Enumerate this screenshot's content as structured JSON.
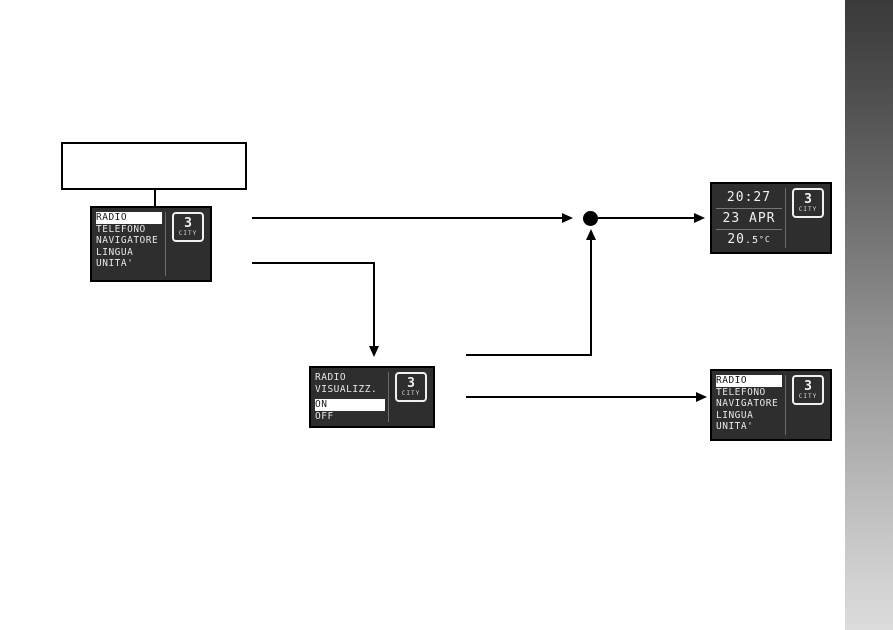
{
  "page": {
    "background_color": "#ffffff",
    "edge_bar": {
      "name": "right-edge-gradient-bar",
      "top_color": "#3a3a3a",
      "bottom_color": "#dcdcdc"
    }
  },
  "callout": {
    "text": "",
    "border_color": "#000000"
  },
  "displays": {
    "main_menu_top": {
      "title": "main-menu",
      "items": [
        {
          "label": "RADIO",
          "selected": true
        },
        {
          "label": "TELEFONO",
          "selected": false
        },
        {
          "label": "NAVIGATORE",
          "selected": false
        },
        {
          "label": "LINGUA",
          "selected": false
        },
        {
          "label": "UNITA'",
          "selected": false
        }
      ],
      "badge": {
        "number": "3",
        "label": "CITY"
      }
    },
    "radio_visualizz": {
      "heading_line1": "RADIO",
      "heading_line2": "VISUALIZZ.",
      "options": [
        {
          "label": "ON",
          "selected": true
        },
        {
          "label": "OFF",
          "selected": false
        }
      ],
      "badge": {
        "number": "3",
        "label": "CITY"
      }
    },
    "clock": {
      "time": "20:27",
      "date": "23 APR",
      "temperature_value": "20",
      "temperature_decimal": ".5",
      "temperature_unit": "°C",
      "badge": {
        "number": "3",
        "label": "CITY"
      }
    },
    "main_menu_bottom": {
      "title": "main-menu",
      "items": [
        {
          "label": "RADIO",
          "selected": true
        },
        {
          "label": "TELEFONO",
          "selected": false
        },
        {
          "label": "NAVIGATORE",
          "selected": false
        },
        {
          "label": "LINGUA",
          "selected": false
        },
        {
          "label": "UNITA'",
          "selected": false
        }
      ],
      "badge": {
        "number": "3",
        "label": "CITY"
      }
    }
  },
  "flow": {
    "junction_dot_color": "#000000",
    "line_color": "#000000"
  }
}
